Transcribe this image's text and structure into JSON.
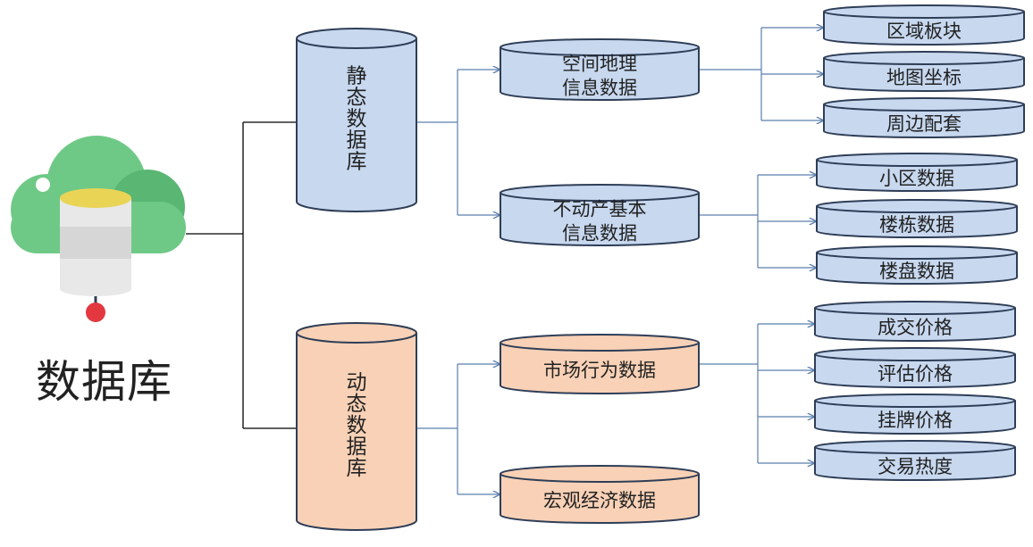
{
  "root": {
    "label": "数据库"
  },
  "colors": {
    "static_fill": "#c7d8ef",
    "dynamic_fill": "#f8d1b6",
    "stroke": "#2f3e57",
    "line": "#000000",
    "arrow_line": "#5b7fae",
    "cloud": "#6fc986",
    "cloud_dark": "#5ab673",
    "db_top": "#e9d456",
    "pin": "#e3383f"
  },
  "databases": [
    {
      "id": "static",
      "label": "静态数据库",
      "kind": "static",
      "categories": [
        {
          "id": "spatial",
          "label_lines": [
            "空间地理",
            "信息数据"
          ],
          "items": [
            "区域板块",
            "地图坐标",
            "周边配套"
          ]
        },
        {
          "id": "realestate",
          "label_lines": [
            "不动产基本",
            "信息数据"
          ],
          "items": [
            "小区数据",
            "楼栋数据",
            "楼盘数据"
          ]
        }
      ]
    },
    {
      "id": "dynamic",
      "label": "动态数据库",
      "kind": "dynamic",
      "categories": [
        {
          "id": "market",
          "label_lines": [
            "市场行为数据"
          ],
          "items": [
            "成交价格",
            "评估价格",
            "挂牌价格",
            "交易热度"
          ]
        },
        {
          "id": "macro",
          "label_lines": [
            "宏观经济数据"
          ],
          "items": []
        }
      ]
    }
  ]
}
